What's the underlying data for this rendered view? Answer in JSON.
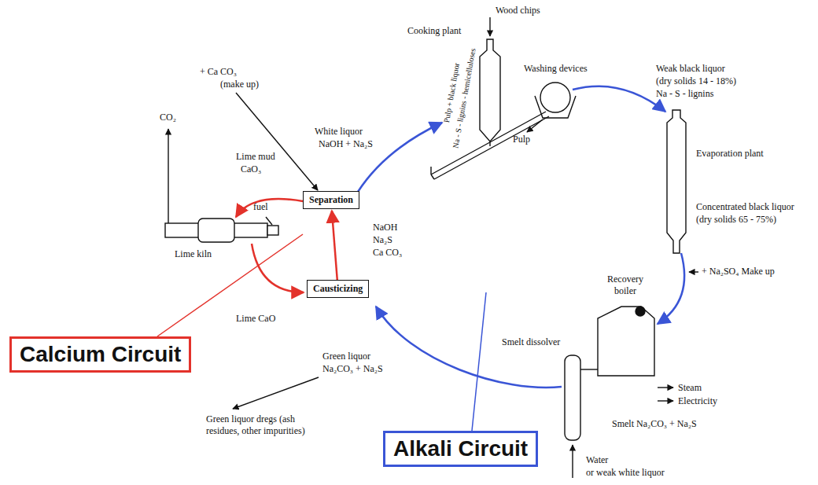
{
  "diagram": {
    "nodes": [
      {
        "text": [
          "Separation"
        ]
      },
      {
        "text": [
          "Causticizing"
        ]
      },
      {
        "text": [
          "Calcium Circuit"
        ]
      },
      {
        "text": [
          "Alkali Circuit"
        ]
      }
    ],
    "edges": [
      {
        "from": 1,
        "to": 0,
        "arrow": "to"
      }
    ],
    "labels": [
      "Wood chips",
      "Cooking plant",
      "Pulp + black liquor",
      "Na - S - lignins - hemicelluloses",
      "Washing devices",
      "Pulp",
      "Weak black liquor",
      "(dry solids 14 - 18%)",
      "Na - S - lignins",
      "Evaporation plant",
      "Concentrated black liquor",
      "(dry solids 65 - 75%)",
      "+ Na₂SO₄ Make up",
      "Recovery boiler",
      "Smelt dissolver",
      "Steam",
      "Electricity",
      "Smelt Na₂CO₃ + Na₂S",
      "Water",
      "or weak white liquor",
      "Green liquor",
      "Na₂CO₃ + Na₂S",
      "Green liquor dregs (ash residues, other impurities)",
      "Lime CaO",
      "Lime kiln",
      "fuel",
      "CO₂",
      "Lime mud",
      "CaO₃",
      "+ Ca CO₃",
      "(make up)",
      "White liquor",
      "NaOH + Na₂S",
      "NaOH",
      "Na₂S",
      "Ca CO₃"
    ]
  }
}
